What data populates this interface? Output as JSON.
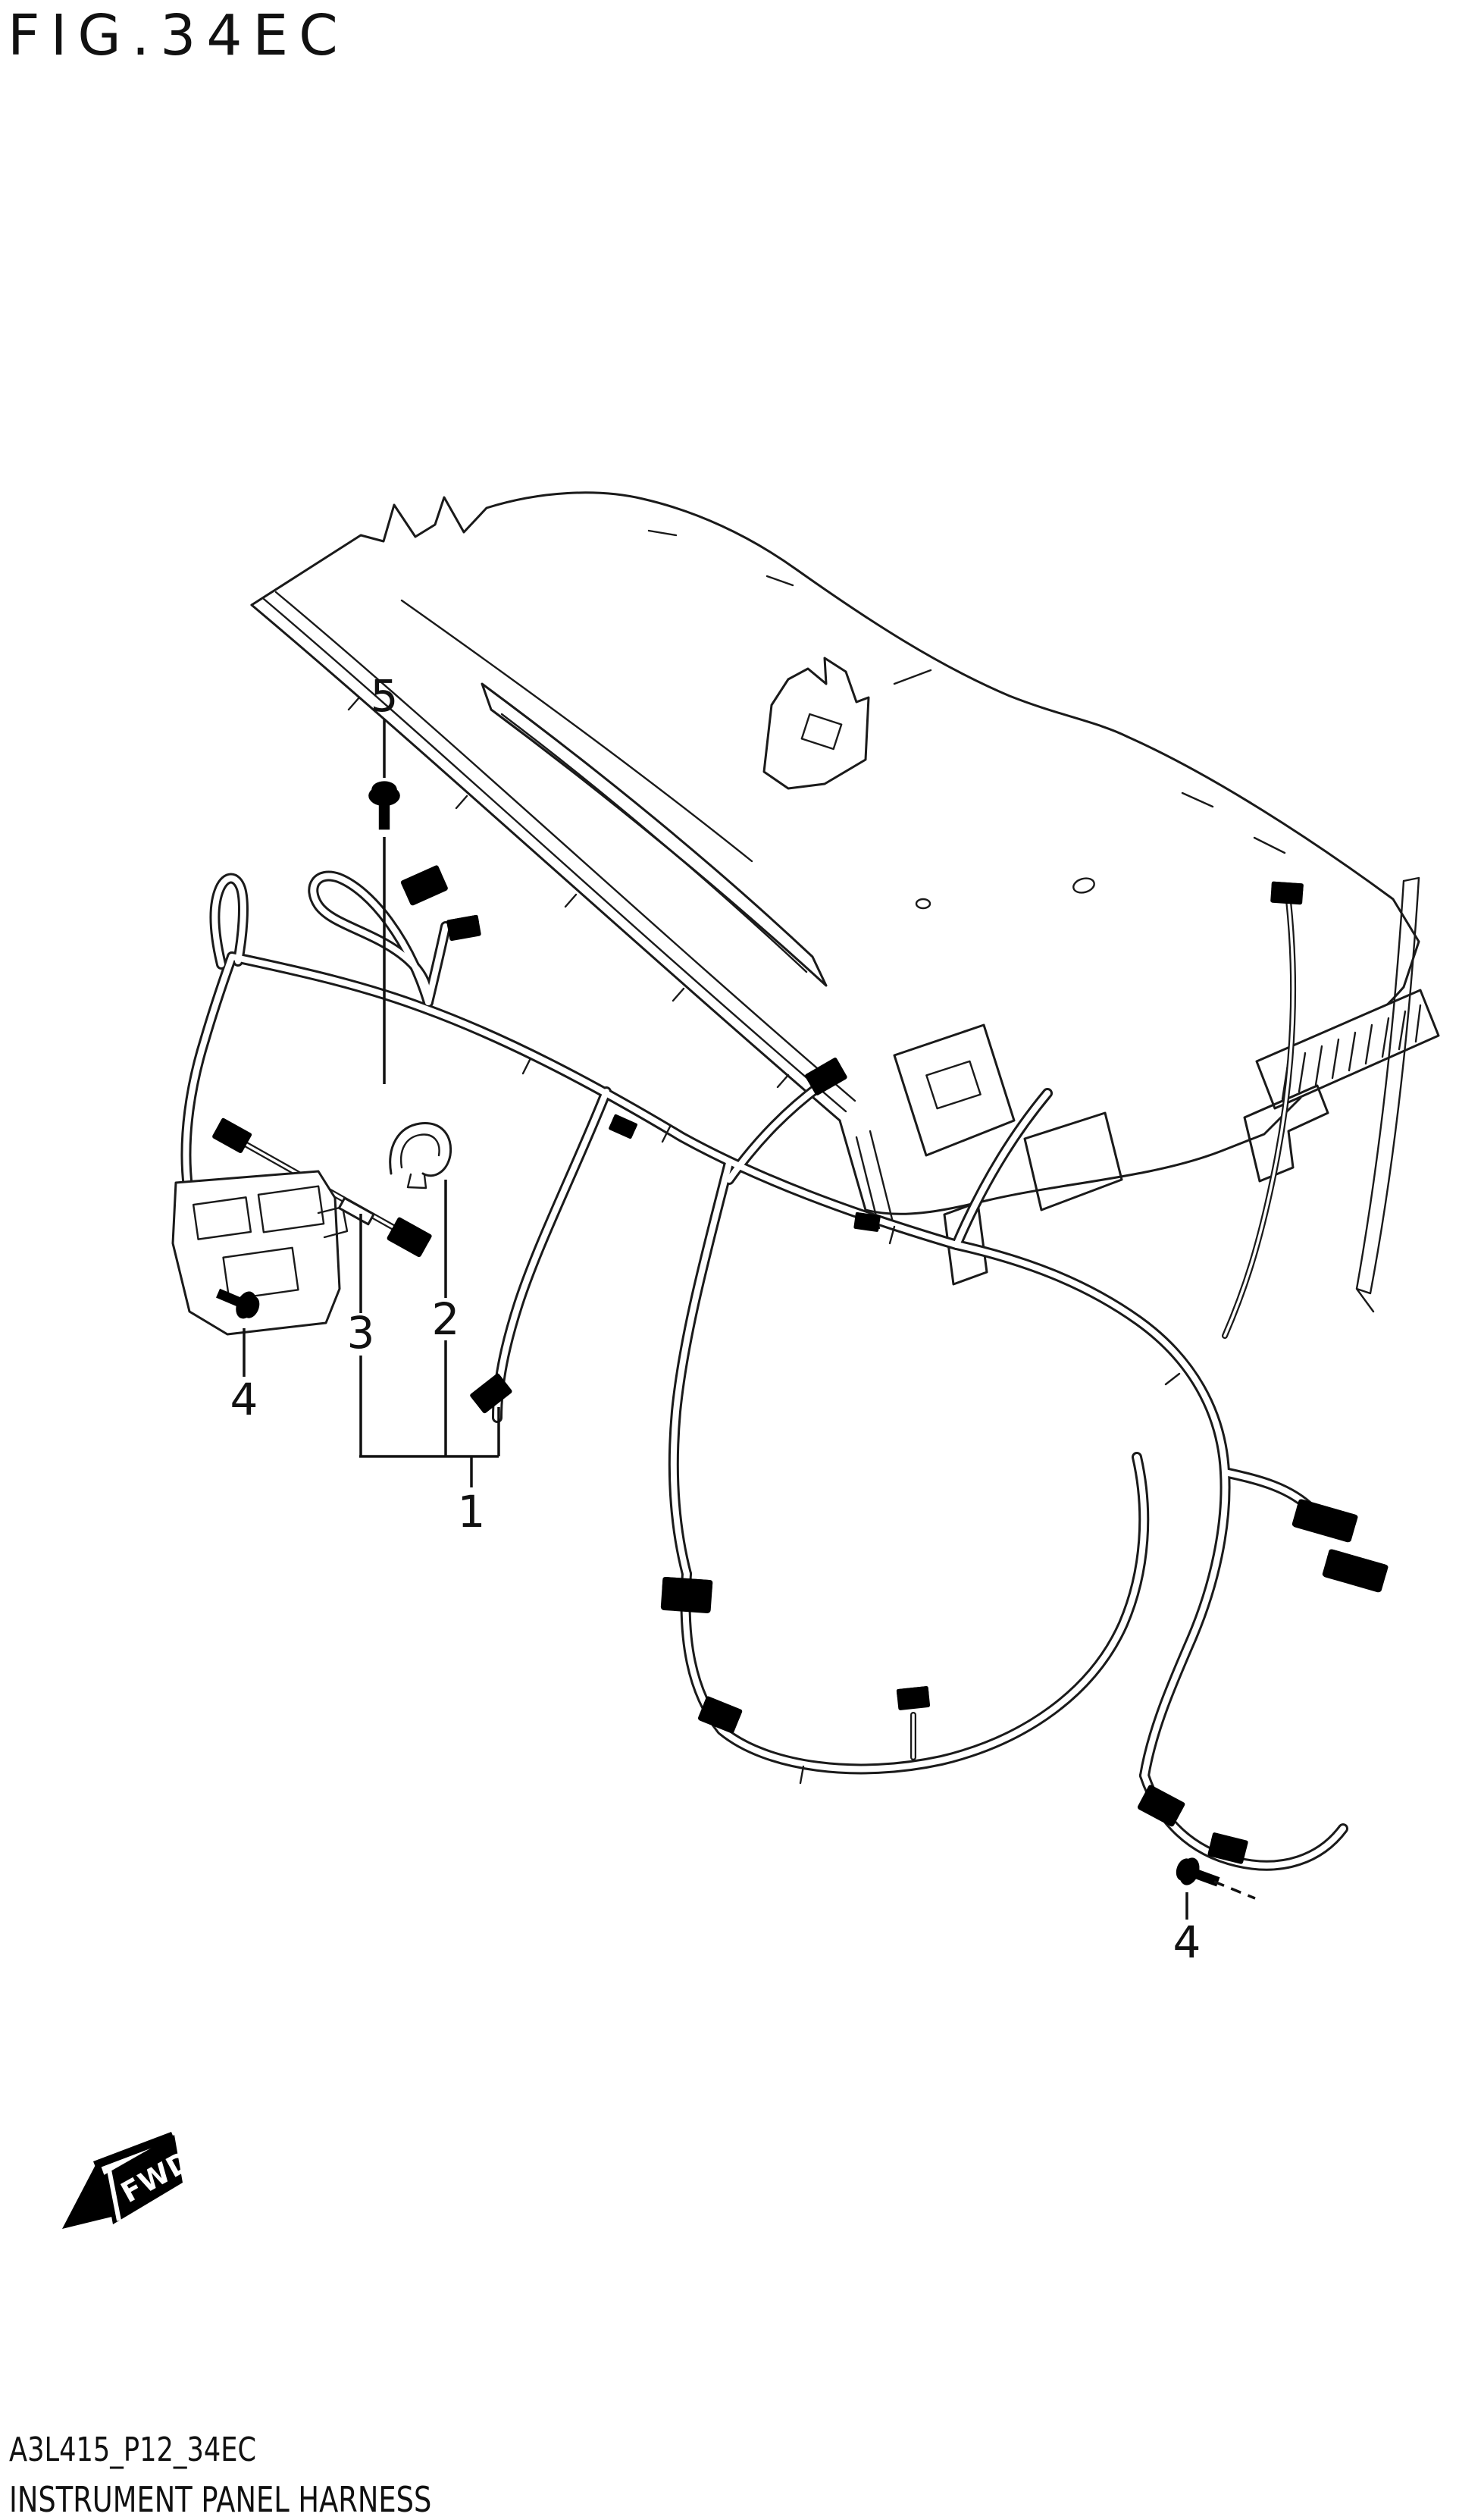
{
  "figure": {
    "title": "FIG.34EC"
  },
  "footer": {
    "code": "A3L415_P12_34EC",
    "caption": "INSTRUMENT PANEL HARNESS"
  },
  "direction_marker": {
    "label": "FWD"
  },
  "callouts": {
    "c1": {
      "label": "1"
    },
    "c2": {
      "label": "2"
    },
    "c3": {
      "label": "3"
    },
    "c4_left": {
      "label": "4"
    },
    "c4_right": {
      "label": "4"
    },
    "c5": {
      "label": "5"
    }
  },
  "colors": {
    "line": "#1a1a1a",
    "background": "#ffffff"
  }
}
